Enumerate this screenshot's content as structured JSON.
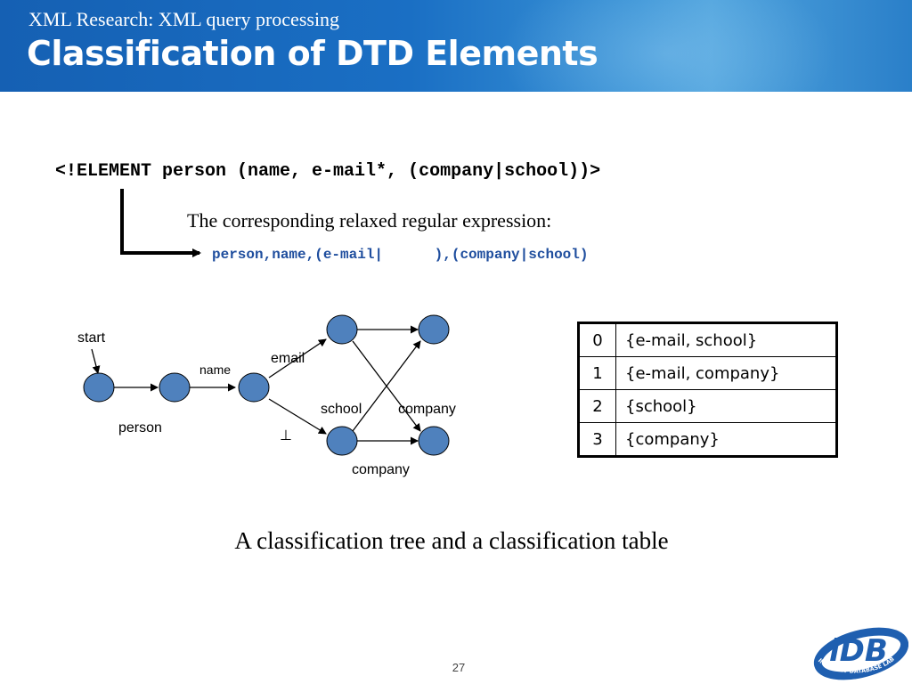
{
  "header": {
    "subtitle": "XML Research: XML query processing",
    "title": "Classification of DTD Elements"
  },
  "dtd_declaration": "<!ELEMENT person (name, e-mail*, (company|school))>",
  "relaxed": {
    "label": "The corresponding relaxed regular expression:",
    "expression": "person,name,(e-mail|      ),(company|school)"
  },
  "tree": {
    "start_label": "start",
    "person_label": "person",
    "name_label": "name",
    "email_label": "email",
    "bottom_symbol": "⊥",
    "school_label": "school",
    "company_label_mid": "company",
    "company_label_bottom": "company"
  },
  "table": {
    "rows": [
      {
        "index": "0",
        "set": "{e-mail, school}"
      },
      {
        "index": "1",
        "set": "{e-mail, company}"
      },
      {
        "index": "2",
        "set": "{school}"
      },
      {
        "index": "3",
        "set": "{company}"
      }
    ]
  },
  "caption": "A classification tree and a classification table",
  "page_number": "27",
  "logo": {
    "text": "iDB",
    "ring_text": "INTERNET DATABASE LAB",
    "color": "#1f5fb0"
  },
  "colors": {
    "node_fill": "#4f81bd",
    "expression_blue": "#1f4e9e"
  }
}
